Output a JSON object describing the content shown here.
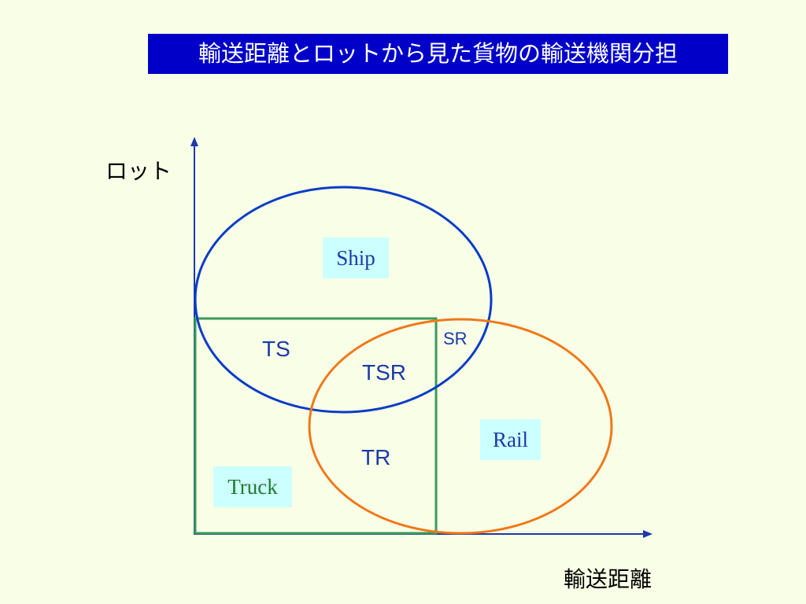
{
  "title": "輸送距離とロットから見た貨物の輸送機関分担",
  "axes": {
    "y_label": "ロット",
    "x_label": "輸送距離"
  },
  "regions": {
    "ship": "Ship",
    "rail": "Rail",
    "truck": "Truck"
  },
  "overlaps": {
    "ts": "TS",
    "tsr": "TSR",
    "sr": "SR",
    "tr": "TR"
  },
  "colors": {
    "background": "#f8ffe6",
    "title_background": "#0000c8",
    "title_text": "#ffffff",
    "axis": "#1a3aa8",
    "ship_ellipse": "#0a3cc8",
    "rail_ellipse": "#f07818",
    "truck_rectangle": "#3a9a5a",
    "label_box": "#ccffff",
    "label_text": "#1a3aa8",
    "truck_text": "#1f7a2e"
  }
}
